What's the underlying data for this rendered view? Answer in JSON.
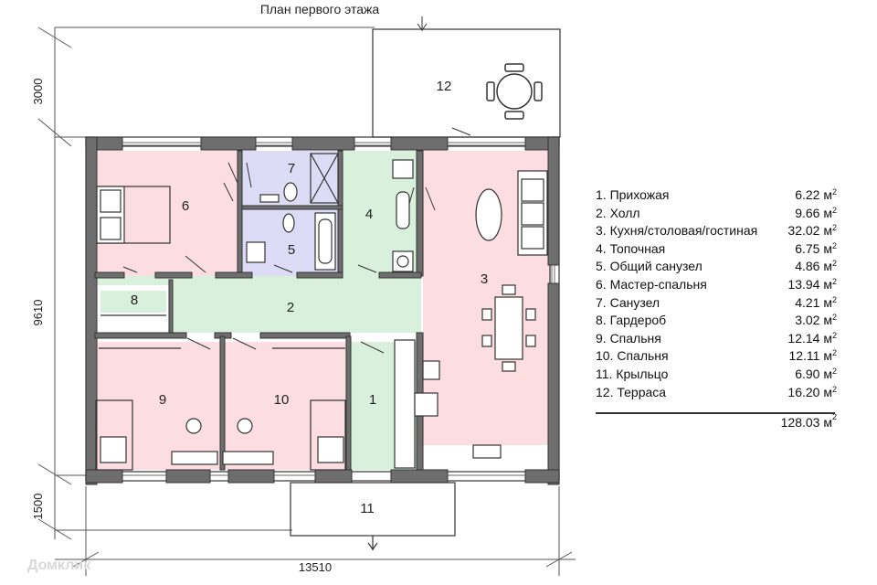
{
  "title": "План первого этажа",
  "dimensions": {
    "width": "13510",
    "height": "9610",
    "terrace": "3000",
    "porch": "1500"
  },
  "rooms": [
    {
      "number": "1",
      "name": "Прихожая",
      "area": "6.22 м"
    },
    {
      "number": "2",
      "name": "Холл",
      "area": "9.66 м"
    },
    {
      "number": "3",
      "name": "Кухня/столовая/гостиная",
      "area": "32.02 м"
    },
    {
      "number": "4",
      "name": "Топочная",
      "area": "6.75 м"
    },
    {
      "number": "5",
      "name": "Общий санузел",
      "area": "4.86 м"
    },
    {
      "number": "6",
      "name": "Мастер-спальня",
      "area": "13.94 м"
    },
    {
      "number": "7",
      "name": "Санузел",
      "area": "4.21 м"
    },
    {
      "number": "8",
      "name": "Гардероб",
      "area": "3.02 м"
    },
    {
      "number": "9",
      "name": "Спальня",
      "area": "12.14 м"
    },
    {
      "number": "10",
      "name": "Спальня",
      "area": "12.11 м"
    },
    {
      "number": "11",
      "name": "Крыльцо",
      "area": "6.90 м"
    },
    {
      "number": "12",
      "name": "Терраса",
      "area": "16.20 м"
    }
  ],
  "legend_lines": [
    "1.  Прихожая",
    "2.  Холл",
    "3.  Кухня/столовая/гостиная",
    "4.  Топочная",
    "5.  Общий санузел",
    "6.  Мастер-спальня",
    "7.  Санузел",
    "8.  Гардероб",
    "9.  Спальня",
    "10. Спальня",
    "11. Крыльцо",
    "12. Терраса"
  ],
  "area_superscript": "2",
  "total_area": "128.03 м",
  "watermark": "Домклик",
  "colors": {
    "pink": "#fcdde2",
    "green": "#d8f0dc",
    "lilac": "#dcdcf6",
    "wall": "#6e6e6e",
    "outline": "#333333"
  }
}
